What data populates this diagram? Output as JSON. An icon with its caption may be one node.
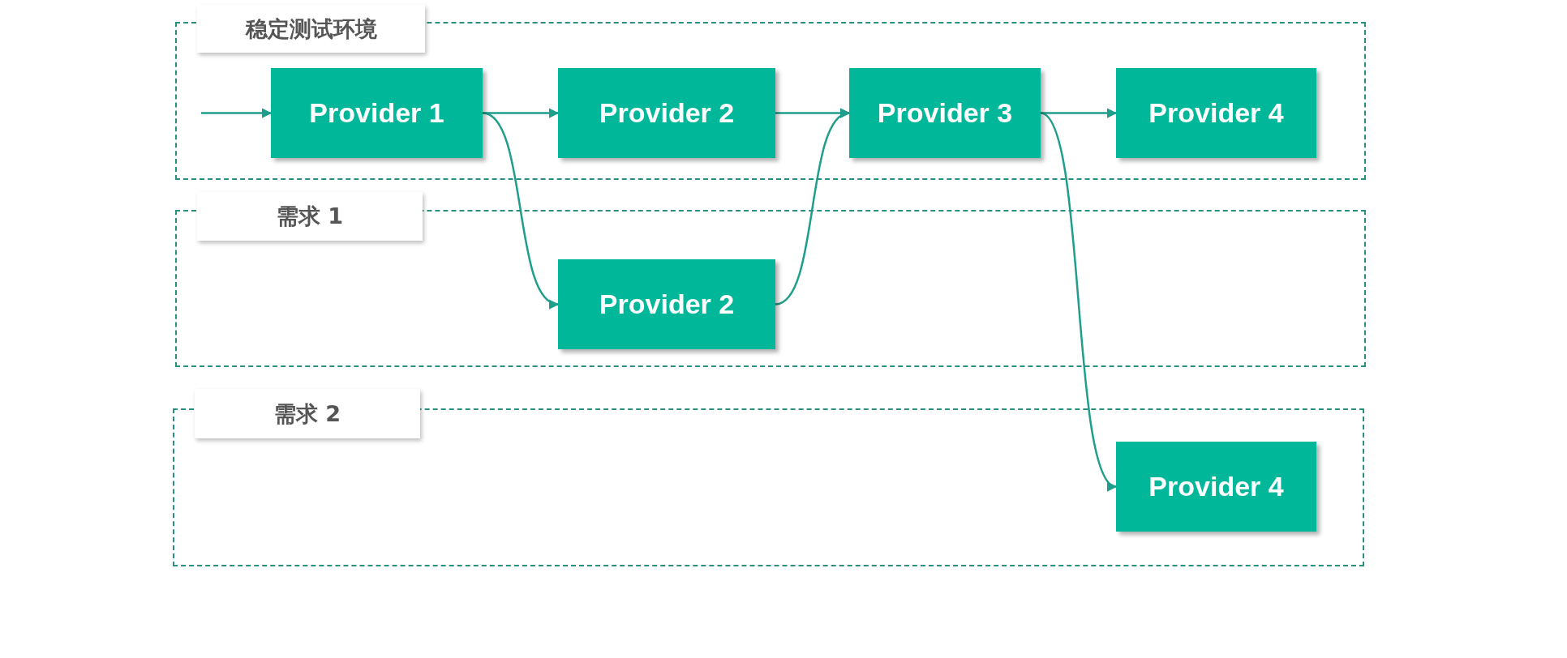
{
  "diagram": {
    "nodes": [
      {
        "text": [
          "稳定测试环境"
        ]
      },
      {
        "text": [
          "Provider 1"
        ],
        "in": 0
      },
      {
        "text": [
          "Provider 2"
        ],
        "in": 0
      },
      {
        "text": [
          "Provider 3"
        ],
        "in": 0
      },
      {
        "text": [
          "Provider 4"
        ],
        "in": 0
      },
      {
        "text": [
          "需求 1"
        ]
      },
      {
        "text": [
          "Provider 2"
        ],
        "in": 5
      },
      {
        "text": [
          "需求 2"
        ]
      },
      {
        "text": [
          "Provider 4"
        ],
        "in": 7
      }
    ],
    "edges": [
      {
        "from": null,
        "to": 1,
        "arrow": "to"
      },
      {
        "from": 1,
        "to": 2,
        "arrow": "to"
      },
      {
        "from": 2,
        "to": 3,
        "arrow": "to"
      },
      {
        "from": 3,
        "to": 4,
        "arrow": "to"
      },
      {
        "from": 1,
        "to": 6,
        "arrow": "to"
      },
      {
        "from": 6,
        "to": 3,
        "arrow": "to"
      },
      {
        "from": 3,
        "to": 8,
        "arrow": "to"
      }
    ]
  }
}
